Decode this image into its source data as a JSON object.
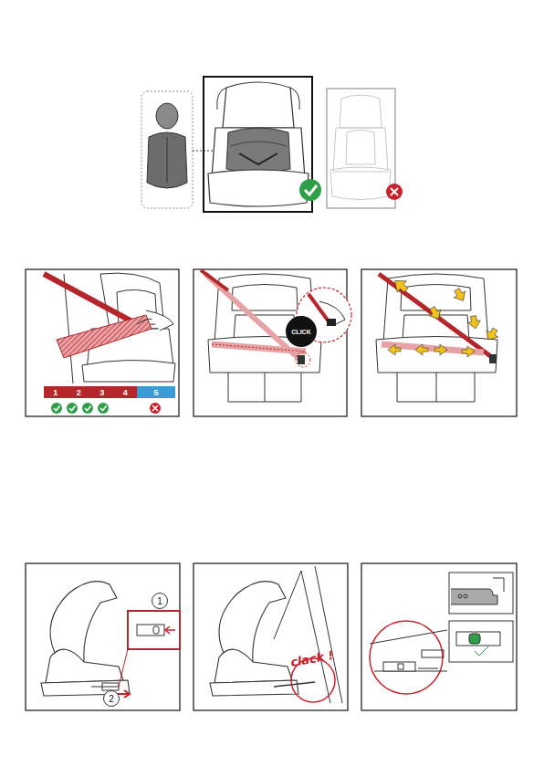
{
  "diagram": {
    "nodes": [
      {
        "text": [
          "CLICK"
        ]
      },
      {
        "text": [
          "1",
          "2",
          "3",
          "4"
        ]
      },
      {
        "text": [
          "5"
        ]
      },
      {
        "text": [
          "1"
        ]
      },
      {
        "text": [
          "2"
        ]
      }
    ],
    "labels": [
      "clack !"
    ]
  }
}
